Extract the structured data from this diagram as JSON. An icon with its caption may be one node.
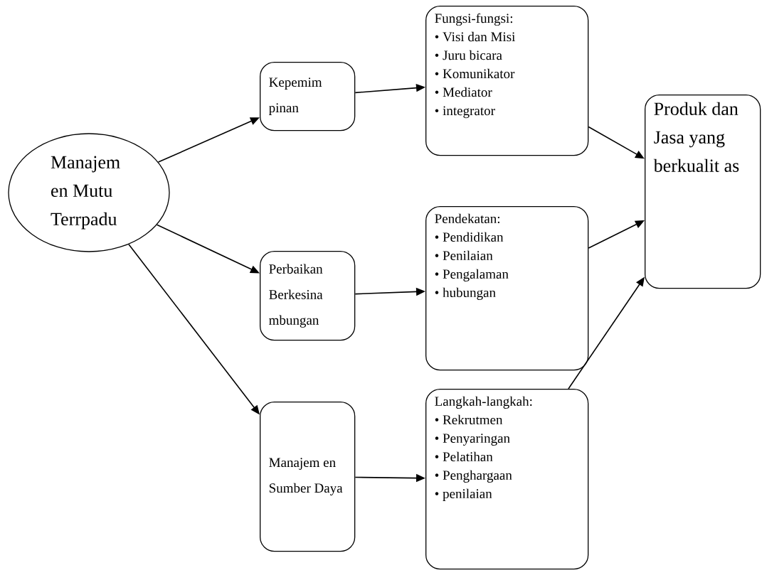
{
  "diagram": {
    "nodes": [
      {
        "text": [
          "Manajem en Mutu Terrpadu"
        ]
      },
      {
        "text": [
          "Kepemim pinan"
        ]
      },
      {
        "text": [
          "Fungsi-fungsi:",
          "• Visi dan Misi",
          "• Juru bicara",
          "• Komunikator",
          "• Mediator",
          "• integrator"
        ]
      },
      {
        "text": [
          "Produk dan Jasa yang berkualit as"
        ]
      },
      {
        "text": [
          "Perbaikan Berkesina mbungan"
        ]
      },
      {
        "text": [
          "Pendekatan:",
          "• Pendidikan",
          "• Penilaian",
          "• Pengalaman",
          "• hubungan"
        ]
      },
      {
        "text": [
          "Manajem en Sumber Daya"
        ]
      },
      {
        "text": [
          "Langkah-langkah:",
          "• Rekrutmen",
          "• Penyaringan",
          "• Pelatihan",
          "• Penghargaan",
          "• penilaian"
        ]
      }
    ],
    "edges": [
      {
        "from": 0,
        "to": 1,
        "arrow": "to"
      },
      {
        "from": 0,
        "to": 4,
        "arrow": "to"
      },
      {
        "from": 0,
        "to": 6,
        "arrow": "to"
      },
      {
        "from": 1,
        "to": 2,
        "arrow": "to"
      },
      {
        "from": 4,
        "to": 5,
        "arrow": "to"
      },
      {
        "from": 6,
        "to": 7,
        "arrow": "to"
      },
      {
        "from": 2,
        "to": 3,
        "arrow": "to"
      },
      {
        "from": 5,
        "to": 3,
        "arrow": "to"
      },
      {
        "from": 7,
        "to": 3,
        "arrow": "to"
      }
    ]
  }
}
